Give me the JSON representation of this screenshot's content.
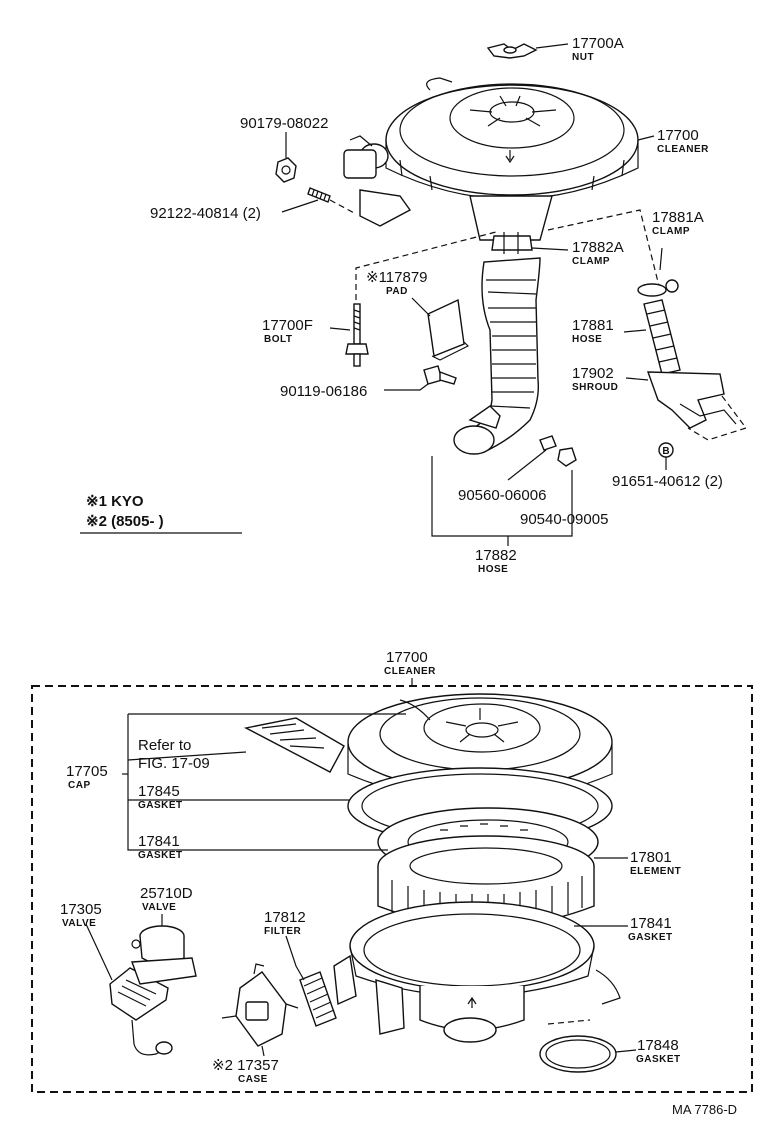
{
  "parts": {
    "p17700A": {
      "num": "17700A",
      "name": "NUT"
    },
    "p17700": {
      "num": "17700",
      "name": "CLEANER"
    },
    "p90179": {
      "num": "90179-08022"
    },
    "p92122": {
      "num": "92122-40814 (2)"
    },
    "p17881A": {
      "num": "17881A",
      "name": "CLAMP"
    },
    "p17882A": {
      "num": "17882A",
      "name": "CLAMP"
    },
    "p117879": {
      "num": "※117879",
      "name": "PAD"
    },
    "p17700F": {
      "num": "17700F",
      "name": "BOLT"
    },
    "p17881": {
      "num": "17881",
      "name": "HOSE"
    },
    "p17902": {
      "num": "17902",
      "name": "SHROUD"
    },
    "p90119": {
      "num": "90119-06186"
    },
    "p91651": {
      "num": "91651-40612 (2)"
    },
    "p90560": {
      "num": "90560-06006"
    },
    "p90540": {
      "num": "90540-09005"
    },
    "p17882": {
      "num": "17882",
      "name": "HOSE"
    },
    "p17700b": {
      "num": "17700",
      "name": "CLEANER"
    },
    "p17705": {
      "num": "17705",
      "name": "CAP"
    },
    "p17845": {
      "num": "17845",
      "name": "GASKET"
    },
    "p17841a": {
      "num": "17841",
      "name": "GASKET"
    },
    "p17801": {
      "num": "17801",
      "name": "ELEMENT"
    },
    "p17841b": {
      "num": "17841",
      "name": "GASKET"
    },
    "p17305": {
      "num": "17305",
      "name": "VALVE"
    },
    "p25710D": {
      "num": "25710D",
      "name": "VALVE"
    },
    "p17812": {
      "num": "17812",
      "name": "FILTER"
    },
    "p17357": {
      "num": "※2 17357",
      "name": "CASE"
    },
    "p17848": {
      "num": "17848",
      "name": "GASKET"
    }
  },
  "notes": {
    "n1": "※1 KYO",
    "n2": "※2 (8505-        )",
    "refer_line1": "Refer to",
    "refer_line2": "FIG. 17-09",
    "circle_b": "B"
  },
  "figure_id": "MA 7786-D"
}
